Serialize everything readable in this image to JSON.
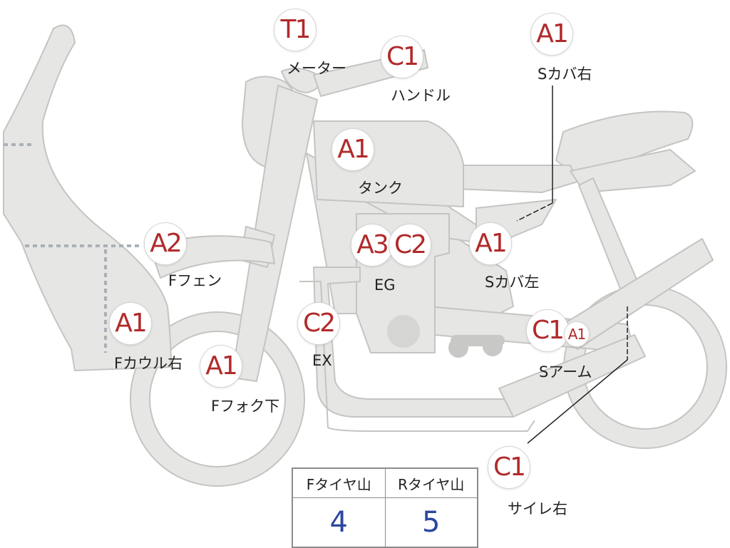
{
  "parts": {
    "meter": {
      "code": "T1",
      "label": "メーター"
    },
    "handle": {
      "code": "C1",
      "label": "ハンドル"
    },
    "side_cover_right": {
      "code": "A1",
      "label": "Sカバ右"
    },
    "tank": {
      "code": "A1",
      "label": "タンク"
    },
    "front_fender": {
      "code": "A2",
      "label": "Fフェン"
    },
    "engine": {
      "codes": [
        "A3",
        "C2"
      ],
      "label": "EG"
    },
    "side_cover_left": {
      "code": "A1",
      "label": "Sカバ左"
    },
    "front_cowl_right": {
      "code": "A1",
      "label": "Fカウル右"
    },
    "front_fork_lower": {
      "code": "A1",
      "label": "Fフォク下"
    },
    "exhaust": {
      "code": "C2",
      "label": "EX"
    },
    "swing_arm": {
      "codes": [
        "C1",
        "A1"
      ],
      "label": "Sアーム"
    },
    "silencer_right": {
      "code": "C1",
      "label": "サイレ右"
    }
  },
  "tire_table": {
    "headers": [
      "Fタイヤ山",
      "Rタイヤ山"
    ],
    "values": [
      "4",
      "5"
    ]
  },
  "colors": {
    "code_text": "#b12a2a",
    "tire_value": "#2b47a0",
    "silhouette_fill": "#e6e6e4",
    "silhouette_stroke": "#c4c4c2"
  }
}
